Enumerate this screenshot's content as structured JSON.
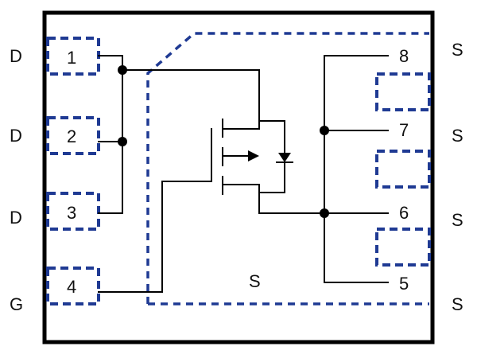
{
  "left_pins": [
    {
      "label": "D",
      "number": "1"
    },
    {
      "label": "D",
      "number": "2"
    },
    {
      "label": "D",
      "number": "3"
    },
    {
      "label": "G",
      "number": "4"
    }
  ],
  "right_pins": [
    {
      "label": "S",
      "number": "8"
    },
    {
      "label": "S",
      "number": "7"
    },
    {
      "label": "S",
      "number": "6"
    },
    {
      "label": "S",
      "number": "5"
    }
  ],
  "center_label": "S",
  "colors": {
    "pad_outline": "#1f3a93",
    "wire": "#000000",
    "body_outline": "#000000"
  }
}
